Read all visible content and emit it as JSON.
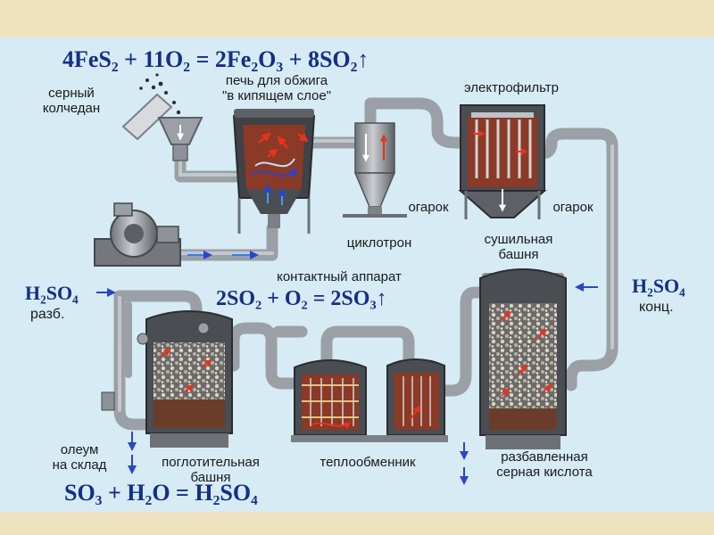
{
  "equations": {
    "roasting": "4FeS₂ + 11O₂ = 2Fe₂O₃ + 8SO₂↑",
    "contact": "2SO₂ + O₂ = 2SO₃↑",
    "absorption": "SO₃ + H₂O = H₂SO₄"
  },
  "labels": {
    "pyrite": "серный\nколчедан",
    "furnace": "печь для обжига\n\"в кипящем слое\"",
    "electrofilter": "электрофильтр",
    "cinder_1": "огарок",
    "cinder_2": "огарок",
    "cyclone": "циклотрон",
    "drying_tower": "сушильная\nбашня",
    "contact_apparatus": "контактный аппарат",
    "oleum": "олеум\nна склад",
    "absorption_tower": "поглотительная\nбашня",
    "heat_exchanger": "теплообменник",
    "dilute_acid": "разбавленная\nсерная кислота"
  },
  "streams": {
    "h2so4_dilute_formula": "H₂SO₄",
    "h2so4_dilute_note": "разб.",
    "h2so4_conc_formula": "H₂SO₄",
    "h2so4_conc_note": "конц."
  },
  "colors": {
    "formula_text": "#132f86",
    "panel_bg": "#d6ebf3",
    "page_bg": "#efe3bf",
    "pipe": "#9aa0a6",
    "vessel_dark": "#4a4d52",
    "hot_interior": "#8a3a26",
    "flow_arrow_red": "#e8321e",
    "flow_arrow_blue": "#2a46c8"
  }
}
